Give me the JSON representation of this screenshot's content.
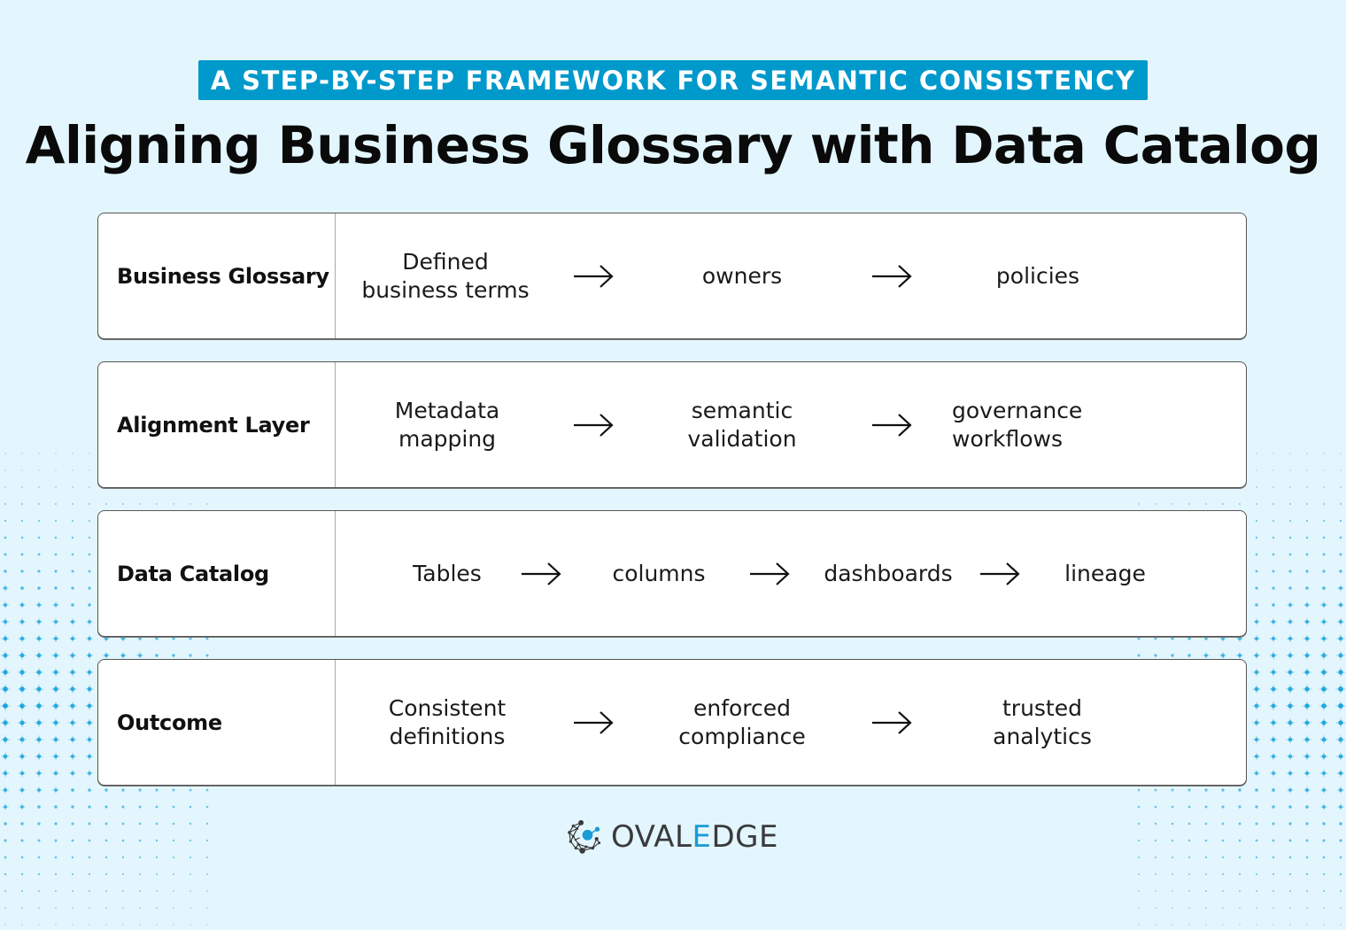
{
  "header": {
    "kicker": "A STEP-BY-STEP FRAMEWORK FOR SEMANTIC CONSISTENCY",
    "title": "Aligning Business Glossary with Data Catalog"
  },
  "colors": {
    "background": "#e3f6fd",
    "accent": "#0099cc",
    "dot": "#1aa3dc",
    "logo_accent": "#1a9bd6",
    "logo_gray": "#3a3a3c"
  },
  "rows": [
    {
      "label": "Business Glossary",
      "steps": [
        {
          "lines": [
            "Defined",
            "business terms"
          ]
        },
        {
          "lines": [
            "owners"
          ]
        },
        {
          "lines": [
            "policies"
          ]
        }
      ]
    },
    {
      "label": "Alignment Layer",
      "steps": [
        {
          "lines": [
            "Metadata",
            "mapping"
          ]
        },
        {
          "lines": [
            "semantic",
            "validation"
          ]
        },
        {
          "lines": [
            "governance",
            "workflows"
          ]
        }
      ]
    },
    {
      "label": "Data Catalog",
      "steps": [
        {
          "lines": [
            "Tables"
          ]
        },
        {
          "lines": [
            "columns"
          ]
        },
        {
          "lines": [
            "dashboards"
          ]
        },
        {
          "lines": [
            "lineage"
          ]
        }
      ]
    },
    {
      "label": "Outcome",
      "steps": [
        {
          "lines": [
            "Consistent",
            "definitions"
          ]
        },
        {
          "lines": [
            "enforced",
            "compliance"
          ]
        },
        {
          "lines": [
            "trusted",
            "analytics"
          ]
        }
      ]
    }
  ],
  "arrow_icon": "right-arrow-icon",
  "logo": {
    "text_before": "OVAL",
    "text_accent": "E",
    "text_after": "DGE",
    "icon": "network-nodes-icon"
  }
}
